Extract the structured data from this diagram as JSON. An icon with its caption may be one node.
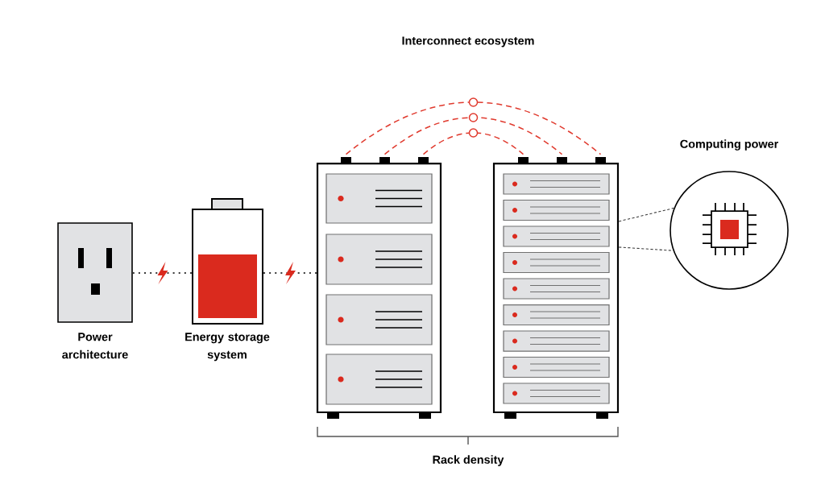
{
  "diagram": {
    "nodes": [
      {
        "text": [],
        "shape": "picture",
        "beside": [
          "Power architecture"
        ]
      },
      {
        "text": [],
        "shape": "picture",
        "beside": [
          "Energy storage system"
        ]
      },
      {
        "text": [],
        "shape": "picture"
      },
      {
        "text": [],
        "shape": "picture"
      },
      {
        "text": [],
        "shape": "circle",
        "beside": [
          "Computing power"
        ]
      },
      {
        "text": [],
        "shape": "box"
      },
      {
        "text": [],
        "shape": "box"
      },
      {
        "text": [],
        "shape": "box"
      },
      {
        "text": [],
        "shape": "box"
      },
      {
        "text": [],
        "shape": "box"
      },
      {
        "text": [],
        "shape": "box"
      }
    ],
    "edges": [
      {
        "from": 0,
        "to": 1,
        "arrow": "none"
      },
      {
        "from": 1,
        "to": 2,
        "arrow": "none"
      },
      {
        "from": 5,
        "to": 10,
        "arrow": "none",
        "style": "dashed",
        "color": "#e03a2e"
      },
      {
        "from": 6,
        "to": 9,
        "arrow": "none",
        "style": "dashed",
        "color": "#e03a2e"
      },
      {
        "from": 7,
        "to": 8,
        "arrow": "none",
        "style": "dashed",
        "color": "#e03a2e"
      },
      {
        "from": 3,
        "to": 4,
        "arrow": "none",
        "style": "dashed"
      },
      {
        "from": 3,
        "to": 4,
        "arrow": "none",
        "style": "dashed"
      }
    ],
    "labels": [
      "Interconnect ecosystem",
      "Rack density"
    ]
  }
}
